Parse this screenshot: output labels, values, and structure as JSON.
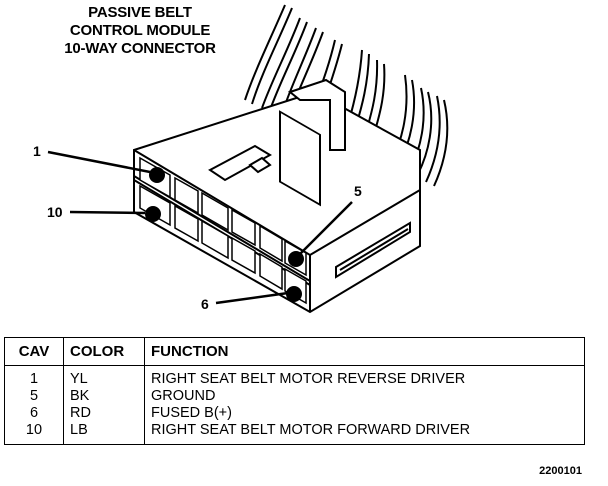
{
  "title": {
    "lines": [
      "PASSIVE BELT",
      "CONTROL MODULE",
      "10-WAY CONNECTOR"
    ]
  },
  "callouts": {
    "pin1": "1",
    "pin5": "5",
    "pin6": "6",
    "pin10": "10"
  },
  "table": {
    "headers": {
      "cav": "CAV",
      "color": "COLOR",
      "function": "FUNCTION"
    },
    "rows": [
      {
        "cav": "1",
        "color": "YL",
        "function": "RIGHT SEAT BELT MOTOR REVERSE DRIVER"
      },
      {
        "cav": "5",
        "color": "BK",
        "function": "GROUND"
      },
      {
        "cav": "6",
        "color": "RD",
        "function": "FUSED B(+)"
      },
      {
        "cav": "10",
        "color": "LB",
        "function": "RIGHT SEAT BELT MOTOR FORWARD DRIVER"
      }
    ]
  },
  "reference_number": "2200101"
}
